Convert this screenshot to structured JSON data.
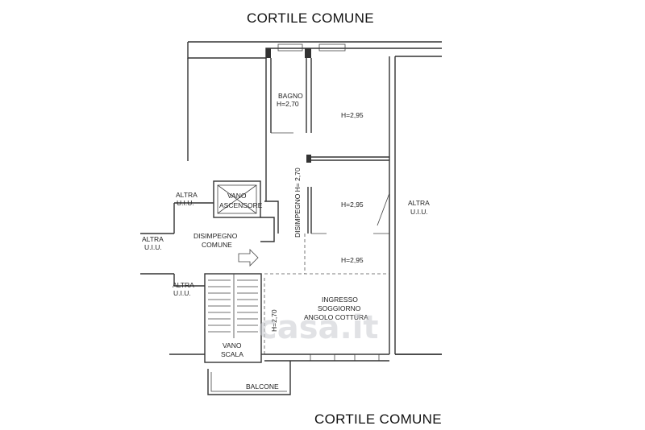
{
  "labels": {
    "courtyard_top": "CORTILE COMUNE",
    "courtyard_bottom": "CORTILE COMUNE",
    "bagno_name": "BAGNO",
    "bagno_height": "H=2,70",
    "room1_height": "H=2,95",
    "room2_height": "H=2,95",
    "room3_height": "H=2,95",
    "disimpegno_vertical": "DISIMPEGNO H= 2,70",
    "altra_right_1": "ALTRA",
    "altra_right_2": "U.I.U.",
    "vano_asc_1": "VANO",
    "vano_asc_2": "ASCENSORE",
    "altra_tl_1": "ALTRA",
    "altra_tl_2": "U.I.U.",
    "altra_l_1": "ALTRA",
    "altra_l_2": "U.I.U.",
    "altra_bl_1": "ALTRA",
    "altra_bl_2": "U.I.U.",
    "disimp_comune_1": "DISIMPEGNO",
    "disimp_comune_2": "COMUNE",
    "ingresso_1": "INGRESSO",
    "ingresso_2": "SOGGIORNO",
    "ingresso_3": "ANGOLO COTTURA",
    "vertical_h270": "H=2,70",
    "vano_scala_1": "VANO",
    "vano_scala_2": "SCALA",
    "balcone": "BALCONE"
  },
  "watermark": "casa.it",
  "colors": {
    "wall": "#333333",
    "text": "#222222",
    "watermark": "#c9ccd1"
  }
}
